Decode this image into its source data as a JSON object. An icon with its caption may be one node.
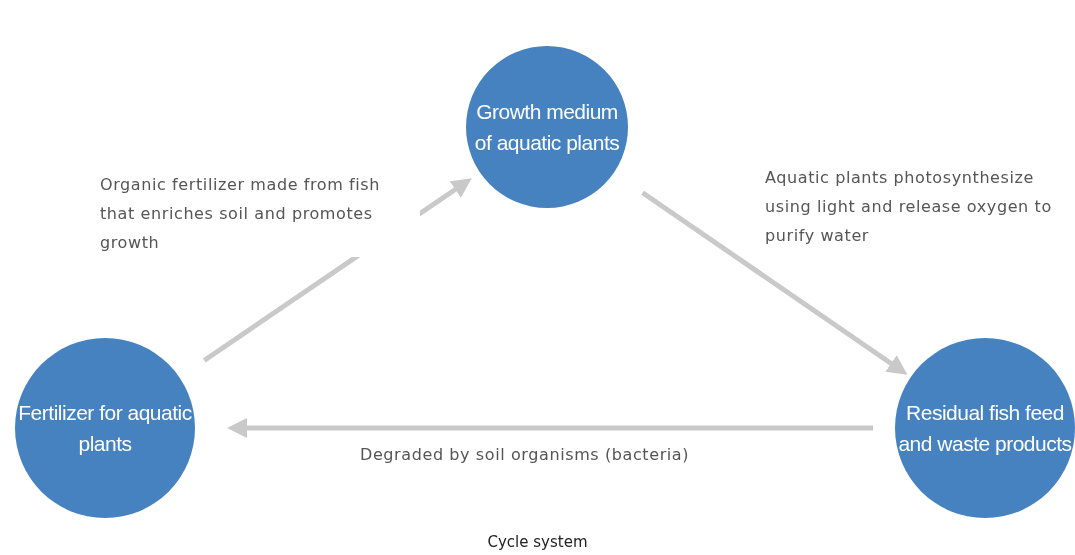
{
  "diagram": {
    "caption": "Cycle system",
    "nodes": [
      {
        "text": [
          "Growth medium of aquatic plants"
        ]
      },
      {
        "text": [
          "Fertilizer for aquatic plants"
        ]
      },
      {
        "text": [
          "Residual fish feed and waste products"
        ]
      }
    ],
    "edges": [
      {
        "from": 1,
        "to": 0,
        "arrow": "to",
        "label": "Organic fertilizer made from fish that enriches soil and promotes growth"
      },
      {
        "from": 0,
        "to": 2,
        "arrow": "to",
        "label": "Aquatic plants photosynthesize using light and release oxygen to purify water"
      },
      {
        "from": 2,
        "to": 1,
        "arrow": "to",
        "label": "Degraded by soil organisms (bacteria)"
      }
    ]
  }
}
